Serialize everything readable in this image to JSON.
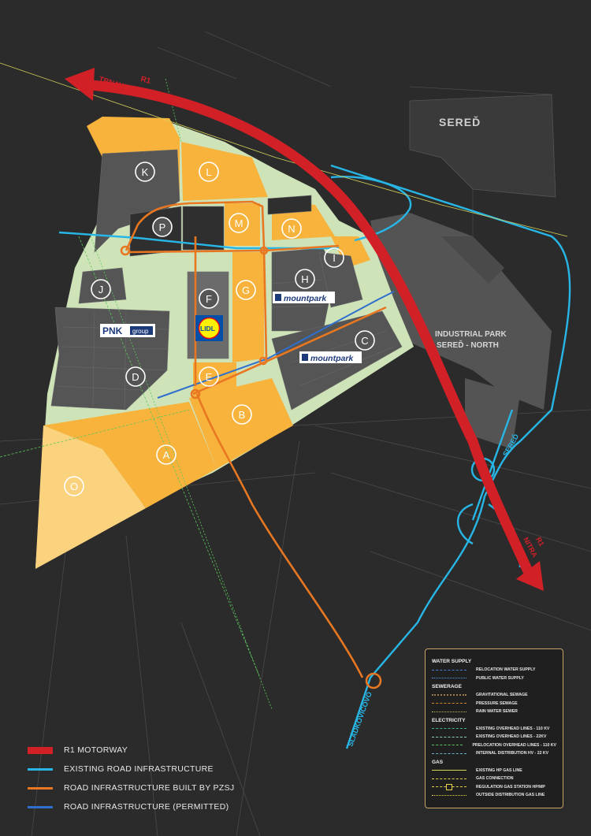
{
  "map": {
    "town_label": "SEREĎ",
    "industrial_park_line1": "INDUSTRIAL PARK",
    "industrial_park_line2": "SEREĎ - NORTH",
    "motorway_label_top": "R1",
    "motorway_dest_top": "TRNAVA, BRATISLAVA",
    "motorway_label_bottom": "R1",
    "motorway_dest_bottom": "NITRA",
    "road_label_sered": "SEREĎ",
    "road_label_sladkovicovo": "SLÁDKOVIČOVO",
    "plots": [
      "K",
      "L",
      "P",
      "M",
      "N",
      "I",
      "H",
      "J",
      "F",
      "G",
      "D",
      "C",
      "E",
      "B",
      "A",
      "O"
    ],
    "tenants": {
      "pnk_main": "PNK",
      "pnk_sub": "group",
      "mountpark_1": "mountpark",
      "mountpark_2": "mountpark",
      "lidl": "LIDL"
    },
    "colors": {
      "background": "#2b2b2b",
      "plot_available": "#f7b33c",
      "plot_light": "#fbd27d",
      "building": "#555555",
      "green_area": "#cfe3b9",
      "motorway": "#d22027",
      "existing_road": "#28b6e6",
      "pzsj_road": "#e87722",
      "permitted_road": "#2f6fcd"
    }
  },
  "legend_main": [
    {
      "label": "R1 MOTORWAY",
      "color": "#d22027"
    },
    {
      "label": "EXISTING ROAD INFRASTRUCTURE",
      "color": "#28b6e6"
    },
    {
      "label": "ROAD INFRASTRUCTURE BUILT BY PZSJ",
      "color": "#e87722"
    },
    {
      "label": "ROAD INFRASTRUCTURE (PERMITTED)",
      "color": "#2f6fcd"
    }
  ],
  "legend_box": {
    "water_supply": "WATER SUPPLY",
    "relocation_water": "RELOCATION WATER SUPPLY",
    "public_water": "PUBLIC WATER SUPPLY",
    "sewerage": "SEWERAGE",
    "grav_sewage": "GRAVITATIONAL SEWAGE",
    "pressure_sewage": "PRESSURE SEWAGE",
    "rain_sewer": "RAIN WATER SEWER",
    "electricity": "ELECTRICITY",
    "oh_110": "EXISTING OVERHEAD LINES - 110 kV",
    "oh_22": "EXISTING OVERHEAD LINES - 22kV",
    "prelocation_110": "PRELOCATION OVERHEAD LINES - 110 kV",
    "internal_22": "INTERNAL DISTRIBUTION HV - 22 kV",
    "gas": "GAS",
    "hp_gas": "EXISTING HP GAS LINE",
    "gas_conn": "GAS CONNECTION",
    "reg_station": "REGULATION GAS STATION HP/MP",
    "outside_gas": "OUTSIDE DISTRIBUTION GAS LINE"
  }
}
